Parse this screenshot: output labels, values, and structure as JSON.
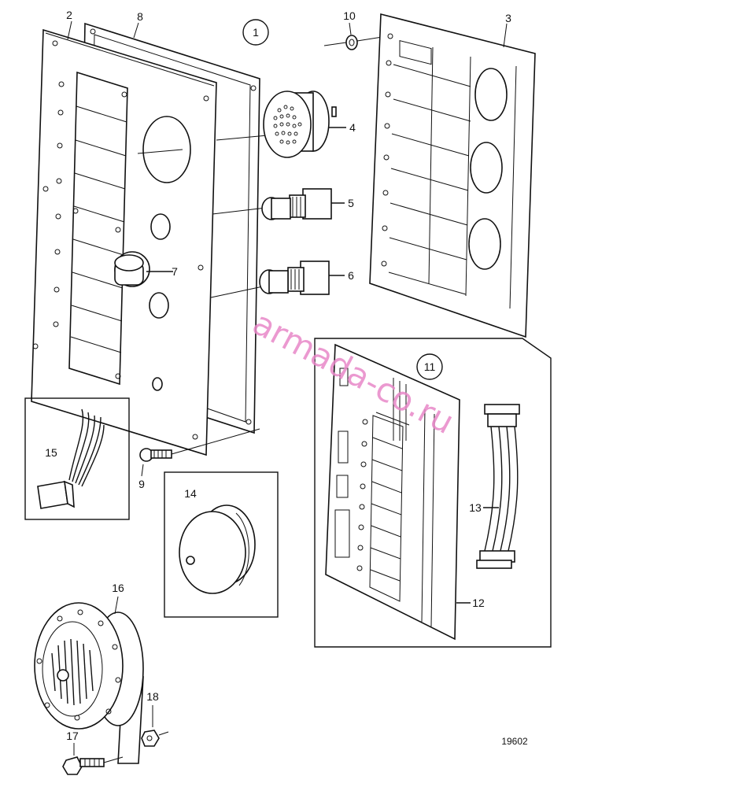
{
  "figure": {
    "drawing_number": "19602",
    "watermark": "armada-co.ru"
  },
  "callouts": {
    "c1": "1",
    "c2": "2",
    "c3": "3",
    "c4": "4",
    "c5": "5",
    "c6": "6",
    "c7": "7",
    "c8": "8",
    "c9": "9",
    "c10": "10",
    "c11": "11",
    "c12": "12",
    "c13": "13",
    "c14": "14",
    "c15": "15",
    "c16": "16",
    "c17": "17",
    "c18": "18"
  },
  "colors": {
    "line": "#111111",
    "watermark": "#e888c8",
    "background": "#ffffff"
  }
}
